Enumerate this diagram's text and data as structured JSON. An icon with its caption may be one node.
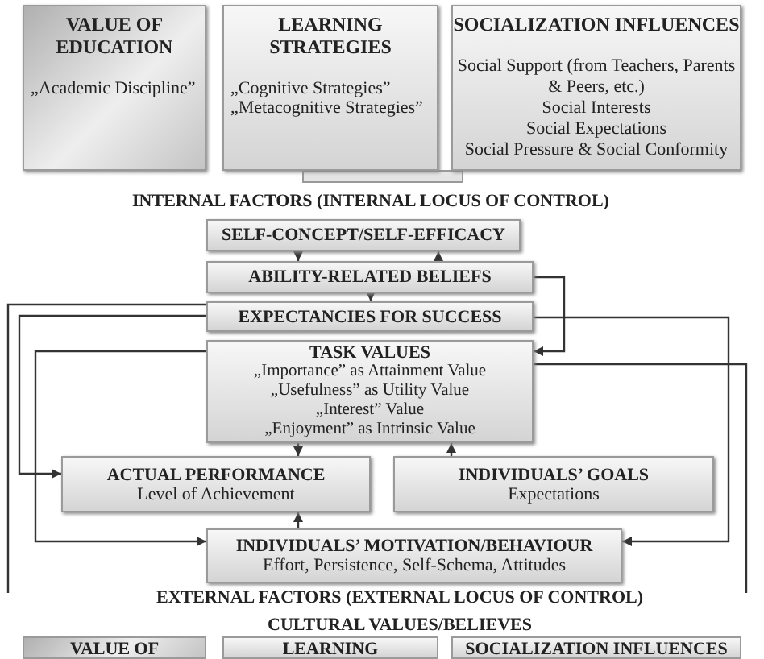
{
  "diagram": {
    "nodes": [
      {
        "text": [
          "VALUE OF EDUCATION",
          "„Academic Discipline”"
        ]
      },
      {
        "text": [
          "LEARNING STRATEGIES",
          "„Cognitive Strategies”",
          "„Metacognitive Strategies”"
        ]
      },
      {
        "text": [
          "SOCIALIZATION INFLUENCES",
          "Social Support (from Teachers, Parents & Peers, etc.)",
          "Social Interests",
          "Social Expectations",
          "Social Pressure & Social Conformity"
        ]
      },
      {
        "text": [
          "SELF-CONCEPT/SELF-EFFICACY"
        ]
      },
      {
        "text": [
          "ABILITY-RELATED BELIEFS"
        ]
      },
      {
        "text": [
          "EXPECTANCIES FOR SUCCESS"
        ]
      },
      {
        "text": [
          "TASK VALUES",
          "„Importance” as Attainment Value",
          "„Usefulness” as Utility Value",
          "„Interest” Value",
          "„Enjoyment” as Intrinsic Value"
        ]
      },
      {
        "text": [
          "ACTUAL PERFORMANCE",
          "Level of Achievement"
        ]
      },
      {
        "text": [
          "INDIVIDUALS’ GOALS",
          "Expectations"
        ]
      },
      {
        "text": [
          "INDIVIDUALS’ MOTIVATION/BEHAVIOUR",
          "Effort, Persistence, Self-Schema, Attitudes"
        ]
      },
      {
        "text": [
          "VALUE OF"
        ]
      },
      {
        "text": [
          "LEARNING"
        ]
      },
      {
        "text": [
          "SOCIALIZATION INFLUENCES"
        ]
      }
    ],
    "edges": [
      {
        "from": 3,
        "to": 4,
        "arrow": "to"
      },
      {
        "from": 4,
        "to": 3,
        "arrow": "to"
      },
      {
        "from": 4,
        "to": 5,
        "arrow": "to"
      },
      {
        "from": 4,
        "to": 6,
        "arrow": "to"
      },
      {
        "from": 5,
        "to": null,
        "arrow": "none"
      },
      {
        "from": 5,
        "to": 7,
        "arrow": "to"
      },
      {
        "from": 6,
        "to": 9,
        "arrow": "to"
      },
      {
        "from": 5,
        "to": 9,
        "arrow": "to"
      },
      {
        "from": 6,
        "to": null,
        "arrow": "none"
      },
      {
        "from": 6,
        "to": 7,
        "arrow": "to"
      },
      {
        "from": 8,
        "to": 6,
        "arrow": "to"
      },
      {
        "from": 9,
        "to": 7,
        "arrow": "to"
      }
    ],
    "labels": [
      "INTERNAL FACTORS (INTERNAL LOCUS OF CONTROL)",
      "EXTERNAL FACTORS (EXTERNAL LOCUS OF CONTROL)",
      "CULTURAL VALUES/BELIEVES"
    ]
  }
}
